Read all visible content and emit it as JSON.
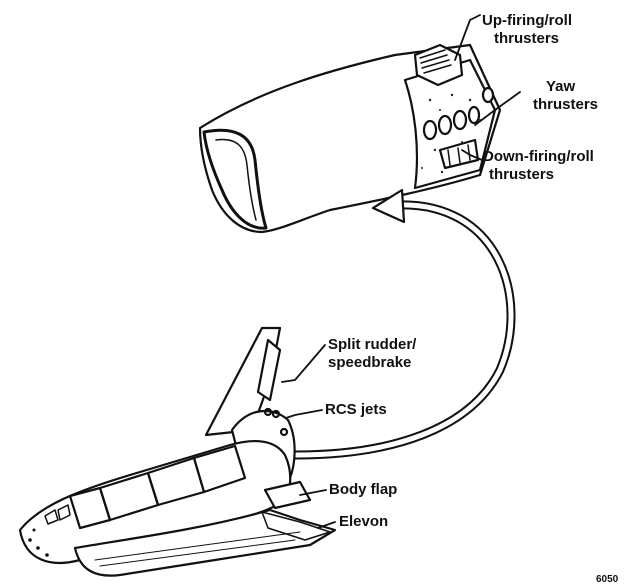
{
  "labels": {
    "up_firing_roll": [
      "Up-firing/roll",
      "thrusters"
    ],
    "yaw": [
      "Yaw",
      "thrusters"
    ],
    "down_firing_roll": [
      "Down-firing/roll",
      "thrusters"
    ],
    "split_rudder": [
      "Split rudder/",
      "speedbrake"
    ],
    "rcs_jets": "RCS jets",
    "body_flap": "Body flap",
    "elevon": "Elevon"
  },
  "figure_number": "6050"
}
